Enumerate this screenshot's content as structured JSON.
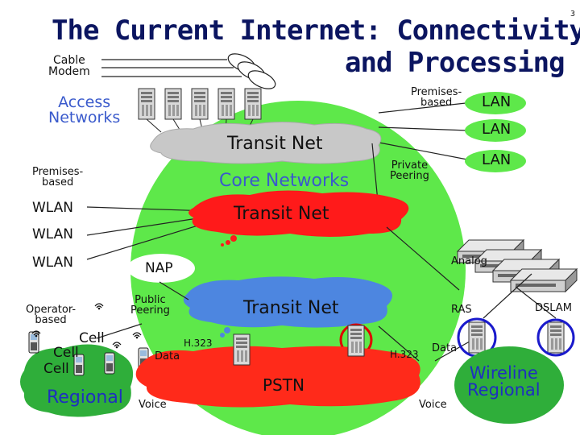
{
  "page_number": "3",
  "title_line1": "The Current Internet: Connectivity",
  "title_line2": "and Processing",
  "labels": {
    "cable_modem": "Cable\nModem",
    "access_networks": "Access\nNetworks",
    "premises_based_top": "Premises-\nbased",
    "lan": "LAN",
    "transit_net": "Transit Net",
    "core_networks": "Core Networks",
    "private_peering": "Private\nPeering",
    "premises_based_left": "Premises-\nbased",
    "wlan": "WLAN",
    "nap": "NAP",
    "analog": "Analog",
    "operator_based": "Operator-\nbased",
    "public_peering": "Public\nPeering",
    "ras": "RAS",
    "dslam": "DSLAM",
    "cell": "Cell",
    "h323": "H.323",
    "data": "Data",
    "pstn": "PSTN",
    "voice": "Voice",
    "regional": "Regional",
    "wireline_regional": "Wireline\nRegional"
  },
  "colors": {
    "core_green": "#5ee84a",
    "transit_gray": "#c8c8c8",
    "transit_red": "#ff1a1a",
    "transit_blue": "#4d86e0",
    "regional_green": "#2fae3a",
    "pstn_red": "#ff2a1a",
    "title_navy": "#0b1560",
    "highlight_red": "#e00000",
    "highlight_blue": "#1a1acc",
    "wireline_blue": "#1e2fc0"
  },
  "icons": [
    "server-icon",
    "modem-icon",
    "rack-icon",
    "cellphone-icon",
    "antenna-icon"
  ]
}
